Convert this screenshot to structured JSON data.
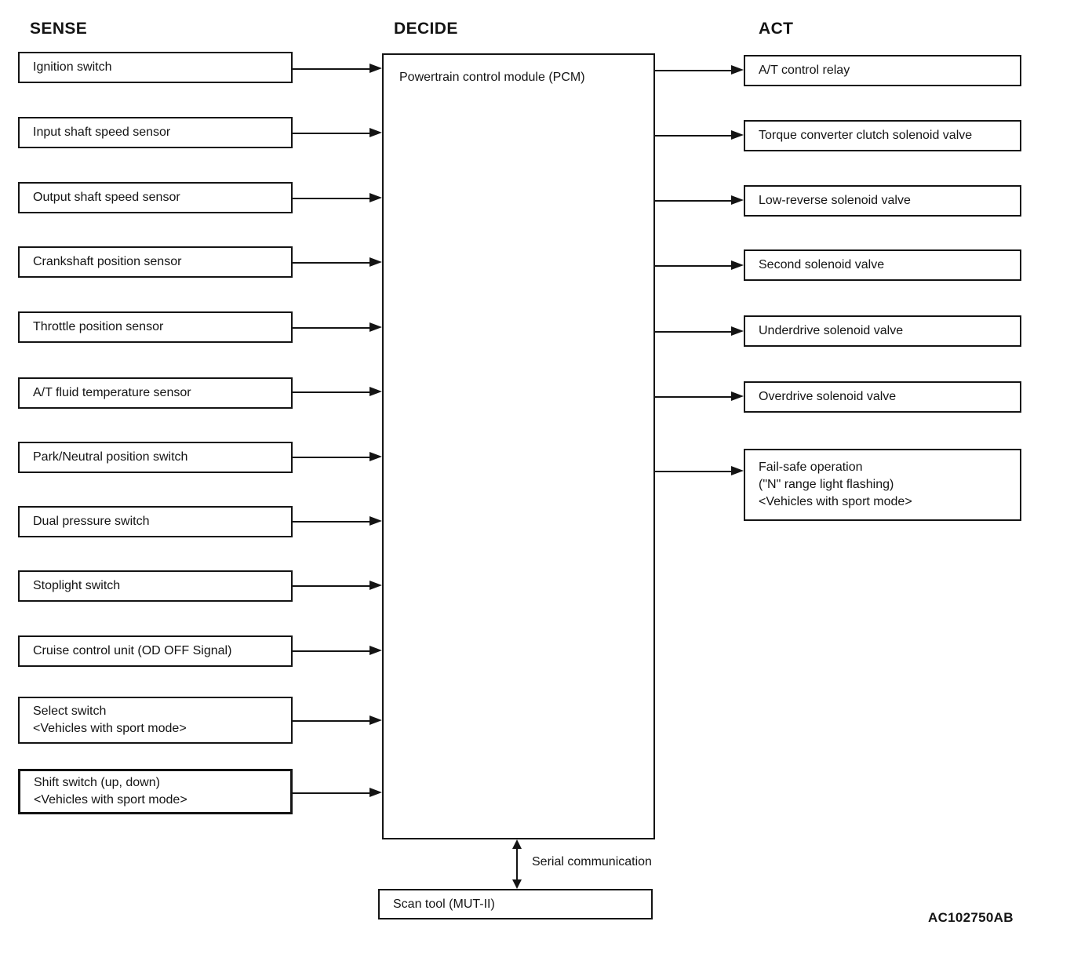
{
  "headers": {
    "sense": "SENSE",
    "decide": "DECIDE",
    "act": "ACT"
  },
  "sense": {
    "items": [
      {
        "label": "Ignition switch"
      },
      {
        "label": "Input shaft speed sensor"
      },
      {
        "label": "Output shaft speed sensor"
      },
      {
        "label": "Crankshaft position sensor"
      },
      {
        "label": "Throttle position sensor"
      },
      {
        "label": "A/T fluid temperature sensor"
      },
      {
        "label": "Park/Neutral position switch"
      },
      {
        "label": "Dual pressure switch"
      },
      {
        "label": "Stoplight switch"
      },
      {
        "label": "Cruise control unit (OD OFF Signal)"
      },
      {
        "label": "Select switch",
        "sublabel": "<Vehicles with sport mode>"
      },
      {
        "label": "Shift switch (up, down)",
        "sublabel": "<Vehicles with sport mode>"
      }
    ]
  },
  "decide": {
    "pcm_label": "Powertrain control module (PCM)"
  },
  "act": {
    "items": [
      {
        "label": "A/T control relay"
      },
      {
        "label": "Torque converter clutch solenoid valve"
      },
      {
        "label": "Low-reverse solenoid valve"
      },
      {
        "label": "Second solenoid valve"
      },
      {
        "label": "Underdrive solenoid valve"
      },
      {
        "label": "Overdrive solenoid valve"
      },
      {
        "label": "Fail-safe operation",
        "sublabel": "(\"N\" range light flashing)",
        "sublabel2": "<Vehicles with sport mode>"
      }
    ]
  },
  "footer": {
    "scan_tool_label": "Scan tool (MUT-II)",
    "serial_label": "Serial communication",
    "figure_code": "AC102750AB"
  },
  "colors": {
    "ink": "#141414",
    "background": "#ffffff"
  }
}
